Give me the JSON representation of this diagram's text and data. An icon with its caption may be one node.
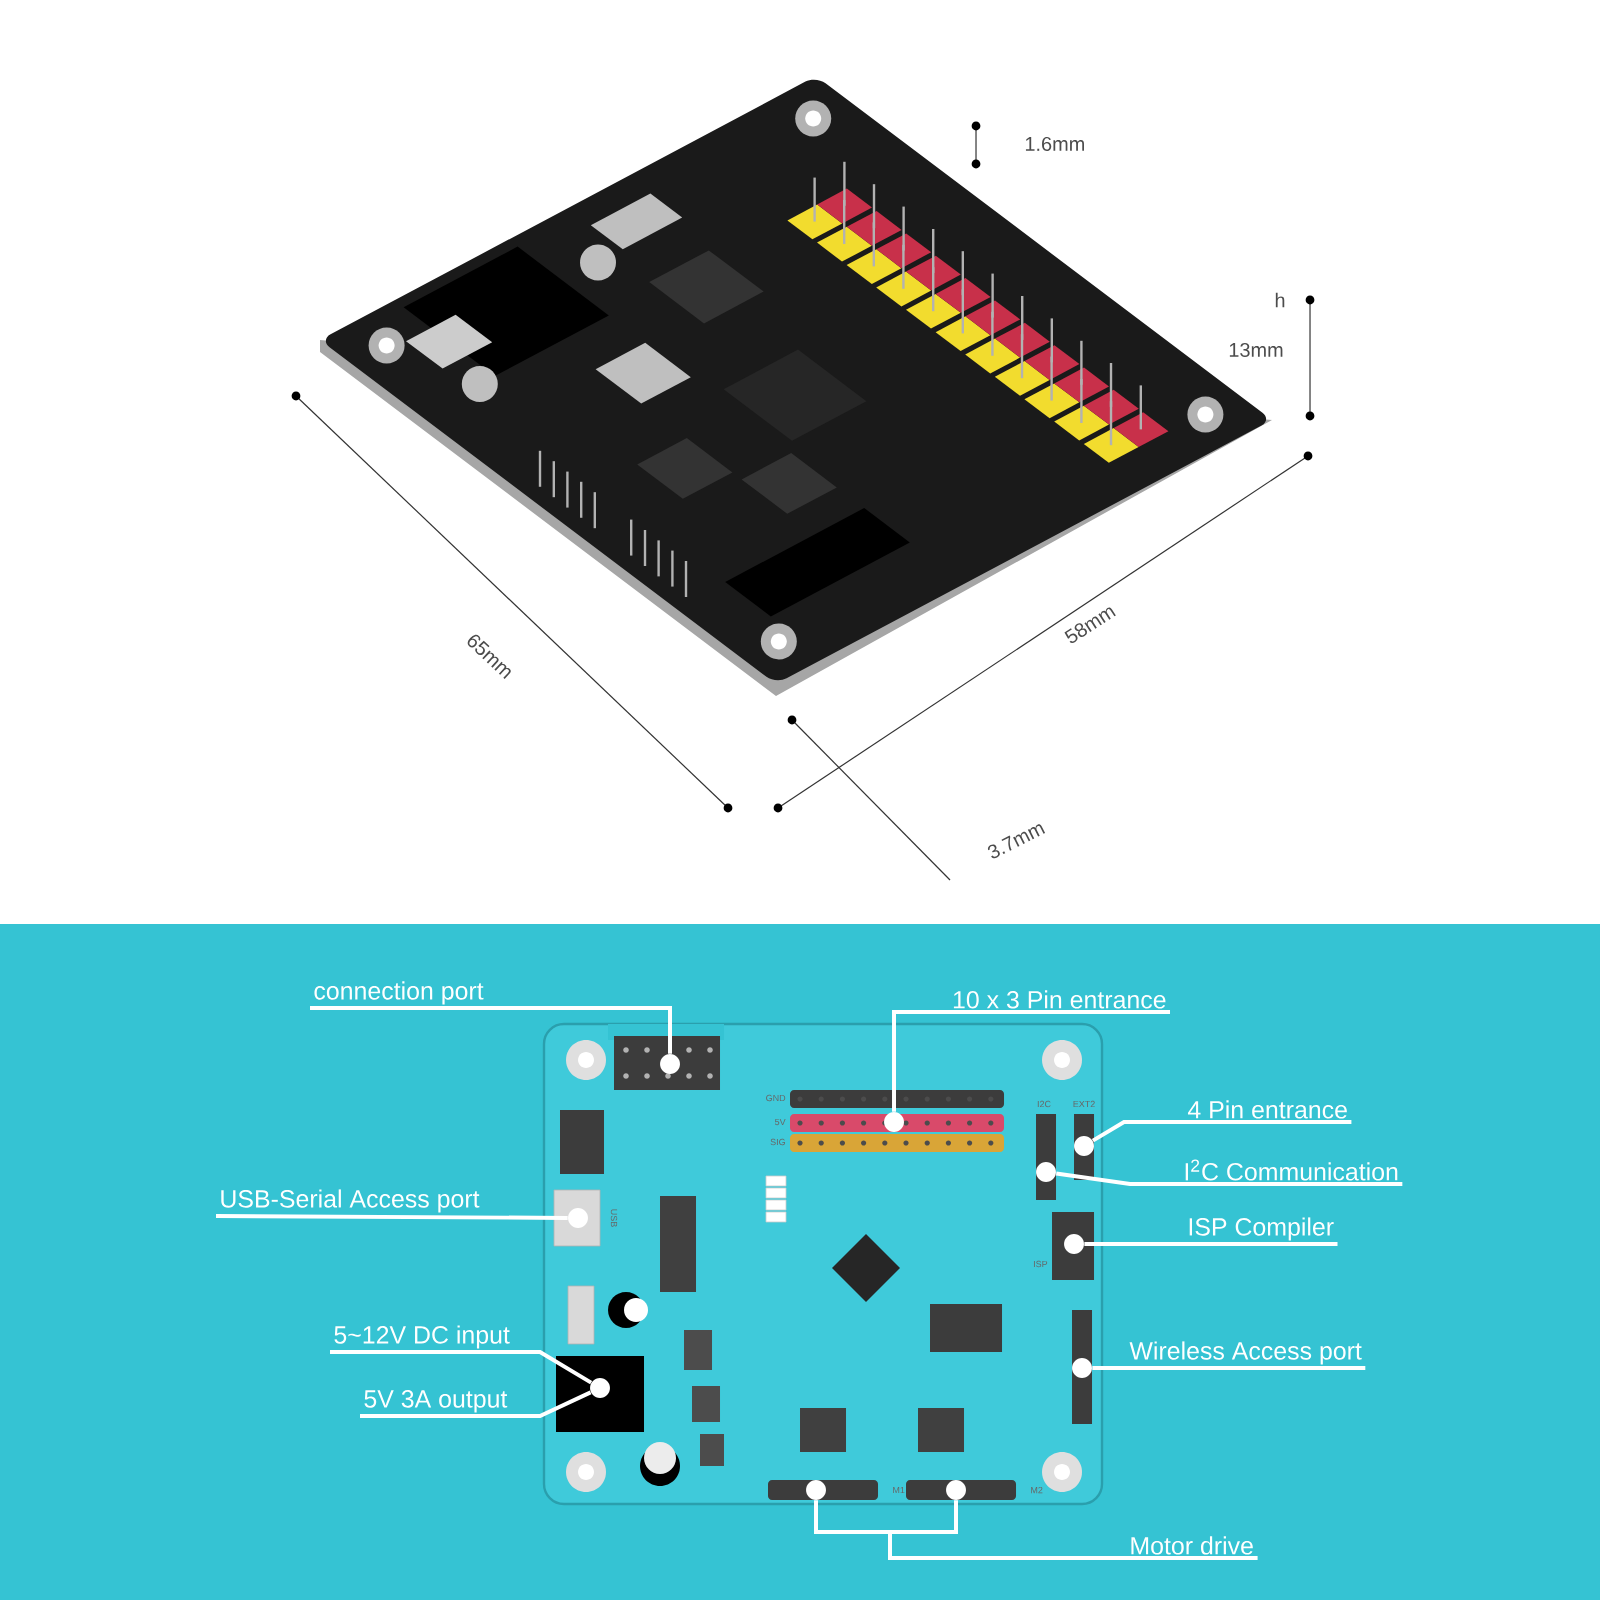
{
  "diagram": {
    "nodes": [
      {
        "text": [
          "connection port"
        ]
      },
      {
        "text": [
          "10 x 3 Pin entrance"
        ]
      },
      {
        "text": [
          "4 Pin entrance"
        ]
      },
      {
        "text": [
          "I$^{2}$C Communication"
        ]
      },
      {
        "text": [
          "ISP Compiler"
        ]
      },
      {
        "text": [
          "USB-Serial Access port"
        ]
      },
      {
        "text": [
          "5~12V DC input"
        ]
      },
      {
        "text": [
          "5V 3A output"
        ]
      },
      {
        "text": [
          "Wireless Access port"
        ]
      },
      {
        "text": [
          "Motor drive"
        ]
      },
      {
        "text": [],
        "shape": "circle"
      },
      {
        "text": [],
        "shape": "circle"
      },
      {
        "text": [],
        "shape": "circle"
      },
      {
        "text": [],
        "shape": "circle"
      },
      {
        "text": [],
        "shape": "circle"
      },
      {
        "text": [],
        "shape": "circle"
      },
      {
        "text": [],
        "shape": "circle"
      },
      {
        "text": [],
        "shape": "circle"
      },
      {
        "text": [],
        "shape": "circle"
      },
      {
        "text": [],
        "shape": "circle"
      }
    ],
    "edges": [
      {
        "from": 0,
        "to": 10,
        "arrow": "none"
      },
      {
        "from": 1,
        "to": 11,
        "arrow": "none"
      },
      {
        "from": 2,
        "to": 12,
        "arrow": "none"
      },
      {
        "from": 3,
        "to": 13,
        "arrow": "none"
      },
      {
        "from": 4,
        "to": 14,
        "arrow": "none"
      },
      {
        "from": 5,
        "to": 15,
        "arrow": "none"
      },
      {
        "from": 6,
        "to": 16,
        "arrow": "none"
      },
      {
        "from": 7,
        "to": 16,
        "arrow": "none"
      },
      {
        "from": 8,
        "to": 17,
        "arrow": "none"
      },
      {
        "from": 9,
        "to": 18,
        "arrow": "none"
      },
      {
        "from": 9,
        "to": 19,
        "arrow": "none"
      }
    ],
    "labels": [
      "1.6mm",
      "h",
      "13mm",
      "65mm",
      "58mm",
      "3.7mm",
      "GND",
      "5V",
      "SIG",
      "I2C",
      "EXT2",
      "ISP",
      "USB",
      "M1",
      "M2"
    ]
  }
}
